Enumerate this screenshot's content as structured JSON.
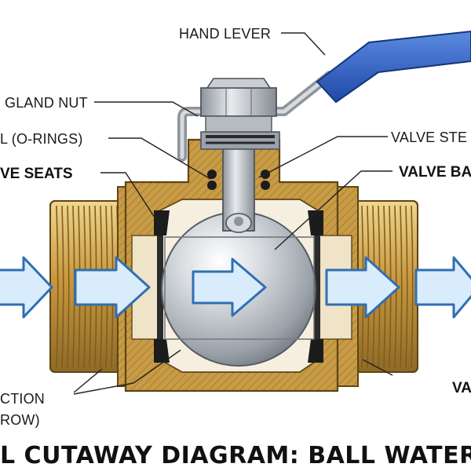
{
  "labels": {
    "hand_lever": "HAND LEVER",
    "gland_nut": "GLAND NUT",
    "o_rings": "L (O-RINGS)",
    "valve_stem": "VALVE STE",
    "valve_seats": "VE SEATS",
    "valve_ball": "VALVE BA",
    "flow_direction_1": "CTION",
    "flow_direction_2": "ROW)",
    "valve_body": "VA"
  },
  "title": "L CUTAWAY DIAGRAM: BALL WATER SHU",
  "colors": {
    "brass": "#c49a45",
    "brass_dark": "#8a6624",
    "brass_light": "#e2c27a",
    "steel": "#b9bec4",
    "lever": "#2f5fc4",
    "arrow_fill": "#d9ecfb",
    "arrow_stroke": "#2f6fb3",
    "seal": "#1c1c1c"
  }
}
